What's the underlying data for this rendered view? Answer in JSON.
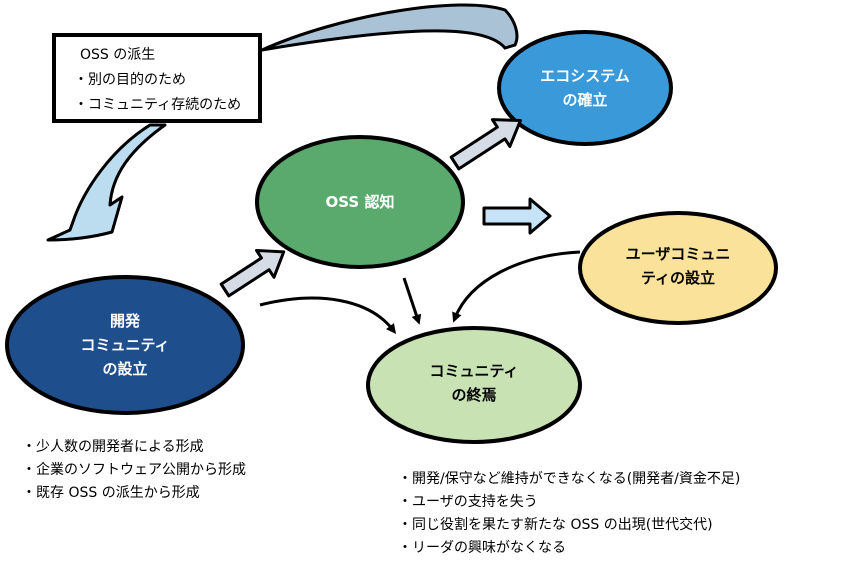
{
  "nodes": {
    "dev_community": {
      "lines": [
        "開発",
        "コミュニティ",
        "の設立"
      ],
      "color": "#1f4e8c",
      "text_color": "#ffffff"
    },
    "oss_recognition": {
      "lines": [
        "OSS 認知"
      ],
      "color": "#5aaa6e",
      "text_color": "#ffffff"
    },
    "ecosystem": {
      "lines": [
        "エコシステム",
        "の確立"
      ],
      "color": "#3a9ad9",
      "text_color": "#ffffff"
    },
    "user_community": {
      "lines": [
        "ユーザコミュニ",
        "ティの設立"
      ],
      "color": "#fbe29a",
      "text_color": "#000000"
    },
    "community_end": {
      "lines": [
        "コミュニティ",
        "の終焉"
      ],
      "color": "#c8e2b4",
      "text_color": "#000000"
    }
  },
  "derivation_note": {
    "title": "OSS の派生",
    "items": [
      "・別の目的のため",
      "・コミュニティ存続のため"
    ]
  },
  "formation_list": [
    "・少人数の開発者による形成",
    "・企業のソフトウェア公開から形成",
    "・既存 OSS の派生から形成"
  ],
  "end_causes_list": [
    "・開発/保守など維持ができなくなる(開発者/資金不足)",
    "・ユーザの支持を失う",
    "・同じ役割を果たす新たな OSS の出現(世代交代)",
    "・リーダの興味がなくなる"
  ],
  "colors": {
    "block_arrow": "#d6dce6",
    "derivation_arrow": "#bcdcf0",
    "top_curve_arrow": "#a9c2d6",
    "outline": "#000000"
  }
}
